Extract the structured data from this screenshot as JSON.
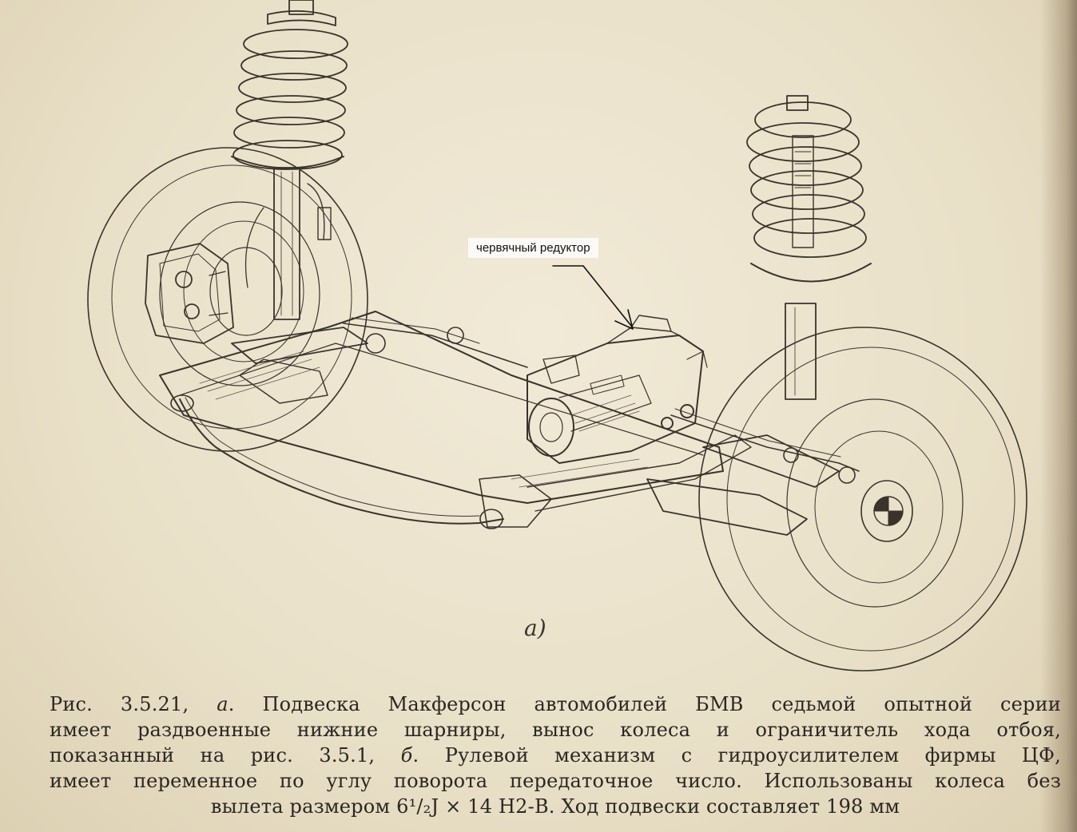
{
  "annotation": {
    "label": "червячный редуктор"
  },
  "figure": {
    "subfigure_label": "а)"
  },
  "caption": {
    "lines": [
      [
        "Рис. 3.5.21, ",
        "а",
        ". Подвеска  Макферсон  автомобилей  БМВ  седьмой  опытной  серии"
      ],
      [
        "имеет раздвоенные нижние шарниры, вынос колеса и ограничитель  хода  отбоя,",
        "",
        ""
      ],
      [
        "показанный на рис. 3.5.1, ",
        "б",
        ". Рулевой механизм с гидроусилителем фирмы ЦФ,"
      ],
      [
        "имеет переменное по углу поворота передаточное число.  Использованы колеса без",
        "",
        ""
      ],
      [
        "вылета размером 6¹/₂J × 14 H2-B. Ход подвески составляет 198 мм",
        "",
        ""
      ]
    ]
  },
  "colors": {
    "paper": "#ece4cf",
    "ink": "#2b2622",
    "annotation_bg": "#fbfaf6"
  }
}
